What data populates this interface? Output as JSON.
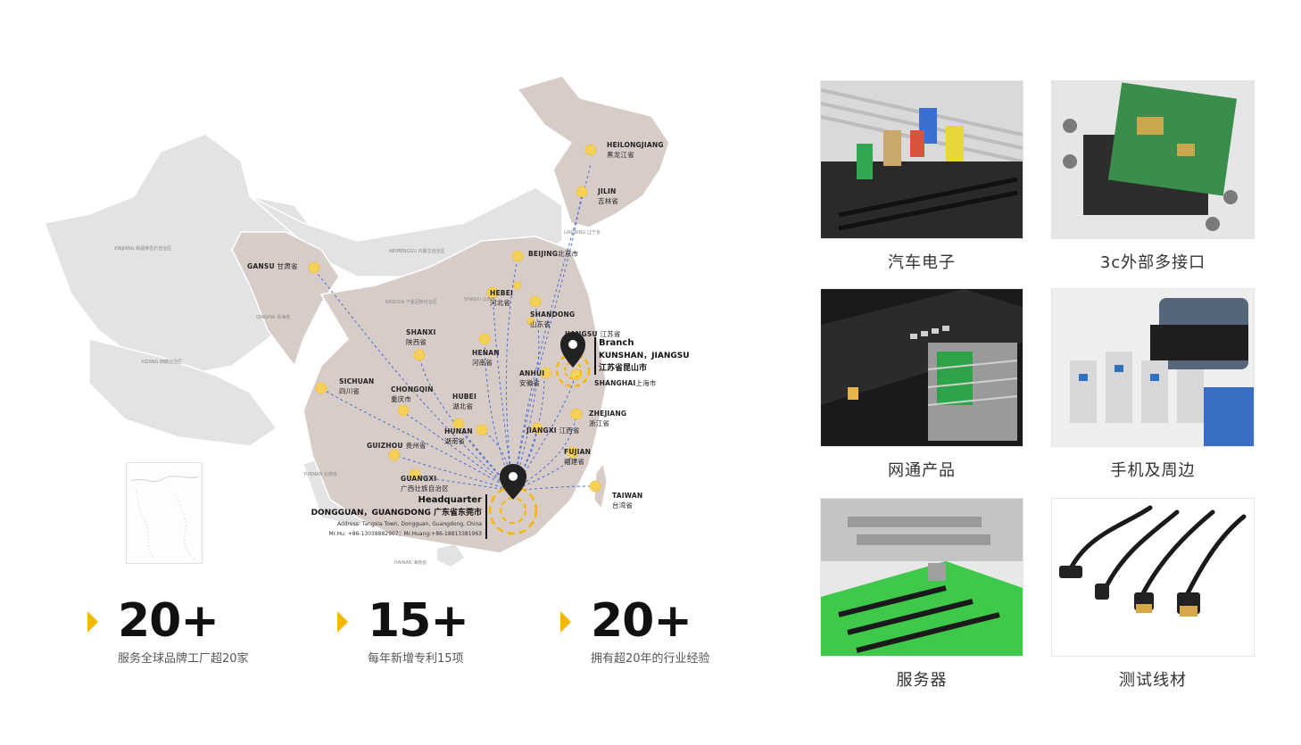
{
  "map": {
    "regions": [
      {
        "en": "HEILONGJIANG",
        "cn": "黑龙江省"
      },
      {
        "en": "JILIN",
        "cn": "吉林省"
      },
      {
        "en": "BEIJING",
        "cn": "北京市"
      },
      {
        "en": "GANSU",
        "cn": "甘肃省"
      },
      {
        "en": "HEBEI",
        "cn": "河北省"
      },
      {
        "en": "SHANDONG",
        "cn": "山东省"
      },
      {
        "en": "SHANXI",
        "cn": "陕西省"
      },
      {
        "en": "JIANGSU",
        "cn": "江苏省"
      },
      {
        "en": "HENAN",
        "cn": "河南省"
      },
      {
        "en": "ANHUI",
        "cn": "安徽省"
      },
      {
        "en": "SHANGHAI",
        "cn": "上海市"
      },
      {
        "en": "SICHUAN",
        "cn": "四川省"
      },
      {
        "en": "CHONGQIN",
        "cn": "重庆市"
      },
      {
        "en": "HUBEI",
        "cn": "湖北省"
      },
      {
        "en": "ZHEJIANG",
        "cn": "浙江省"
      },
      {
        "en": "HUNAN",
        "cn": "湖南省"
      },
      {
        "en": "JIANGXI",
        "cn": "江西省"
      },
      {
        "en": "GUIZHOU",
        "cn": "贵州省"
      },
      {
        "en": "FUJIAN",
        "cn": "福建省"
      },
      {
        "en": "GUANGXI",
        "cn": "广西壮族自治区"
      },
      {
        "en": "TAIWAN",
        "cn": "台湾省"
      }
    ],
    "gray_labels": [
      "XINJIANG 新疆维吾尔自治区",
      "NEIMENGGU 内蒙古自治区",
      "LIAONING 辽宁省",
      "NINGXIA 宁夏回族自治区",
      "QINGHAI 青海省",
      "SHANXI 山西省",
      "XIZANG 西藏自治区",
      "YUNNAN 云南省",
      "HAINAN 海南省"
    ],
    "headquarter": {
      "title": "Headquarter",
      "location": "DONGGUAN，GUANGDONG 广东省东莞市",
      "address": "Address: Tangxia Town, Dongguan, Guangdong, China",
      "contacts": "Mr.Hu: +86-13038882907；Mr.Huang:+86-18813381963"
    },
    "branch": {
      "title": "Branch",
      "location": "KUNSHAN，JIANGSU",
      "location_cn": "江苏省昆山市"
    },
    "colors": {
      "accent": "#f5b800",
      "province": "#d8ccc9",
      "other": "#e3e3e3",
      "route": "#4a6fd1"
    }
  },
  "stats": [
    {
      "value": "20+",
      "label": "服务全球品牌工厂超20家"
    },
    {
      "value": "15+",
      "label": "每年新增专利15项"
    },
    {
      "value": "20+",
      "label": "拥有超20年的行业经验"
    }
  ],
  "products": [
    {
      "caption": "汽车电子"
    },
    {
      "caption": "3c外部多接口"
    },
    {
      "caption": "网通产品"
    },
    {
      "caption": "手机及周边"
    },
    {
      "caption": "服务器"
    },
    {
      "caption": "测试线材"
    }
  ]
}
